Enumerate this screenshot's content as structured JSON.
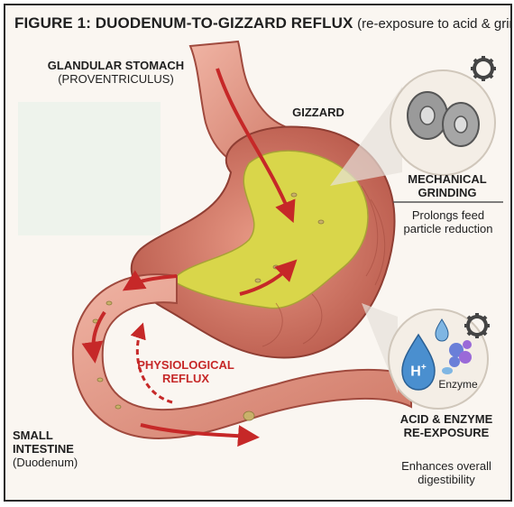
{
  "title": {
    "main": "FIGURE 1: DUODENUM-TO-GIZZARD REFLUX",
    "sub": "(re-exposure to acid & grinding)"
  },
  "labels": {
    "glandular_stomach": "GLANDULAR STOMACH",
    "proventriculus": "(PROVENTRICULUS)",
    "gizzard": "GIZZARD",
    "mechanical_grinding_1": "MECHANICAL",
    "mechanical_grinding_2": "GRINDING",
    "prolongs_1": "Prolongs feed",
    "prolongs_2": "particle reduction",
    "physiological_1": "PHYSIOLOGICAL",
    "physiological_2": "REFLUX",
    "small_intestine_1": "SMALL",
    "small_intestine_2": "INTESTINE",
    "duodenum": "(Duodenum)",
    "h_plus": "H",
    "h_plus_sup": "+",
    "enzyme": "Enzyme",
    "acid_enzyme_1": "ACID & ENZYME",
    "acid_enzyme_2": "RE-EXPOSURE",
    "enhances_1": "Enhances overall",
    "enhances_2": "digestibility"
  },
  "colors": {
    "tissue": "#e8a08f",
    "tissue_dark": "#b85c4e",
    "digesta": "#d9d64a",
    "arrow_red": "#c62828",
    "circle_bg": "#f4eee6"
  },
  "icons": [
    "gear-icon",
    "grinding-stones-icon",
    "acid-droplet-icon",
    "enzyme-icon"
  ]
}
